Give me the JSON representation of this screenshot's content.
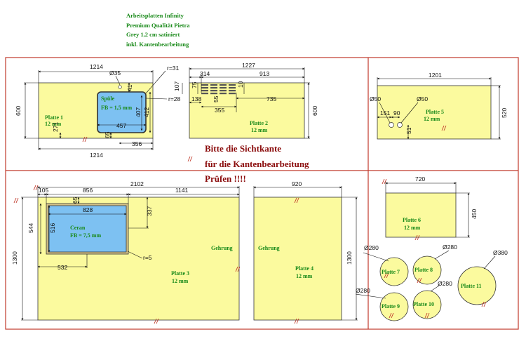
{
  "header": {
    "line1": "Arbeitsplatten Infinity",
    "line2": "Premium Qualität Pietra",
    "line3": "Grey 1,2 cm satiniert",
    "line4": "inkl. Kantenbearbeitung"
  },
  "warning": {
    "line1": "Bitte die Sichtkante",
    "line2": "für die Kantenbearbeitung",
    "line3": "Prüfen !!!!"
  },
  "plates": {
    "p1": {
      "name": "Platte 1",
      "thickness": "12 mm"
    },
    "p2": {
      "name": "Platte 2",
      "thickness": "12 mm"
    },
    "p3": {
      "name": "Platte 3",
      "thickness": "12 mm"
    },
    "p4": {
      "name": "Platte 4",
      "thickness": "12 mm"
    },
    "p5": {
      "name": "Platte 5",
      "thickness": "12 mm"
    },
    "p6": {
      "name": "Platte 6",
      "thickness": "12 mm"
    },
    "p7": {
      "name": "Platte 7"
    },
    "p8": {
      "name": "Platte 8"
    },
    "p9": {
      "name": "Platte 9"
    },
    "p10": {
      "name": "Platte 10"
    },
    "p11": {
      "name": "Platte 11"
    }
  },
  "cutouts": {
    "sink": {
      "name": "Spüle",
      "fb": "FB = 1,5 mm"
    },
    "ceran": {
      "name": "Ceran",
      "fb": "FB = 7,5 mm"
    }
  },
  "gehrung": "Gehrung",
  "marks": {
    "cut": "//"
  },
  "dims": {
    "p1_w_top": "1214",
    "p1_w_bot": "1214",
    "p1_h": "600",
    "p1_d35": "Ø35",
    "p1_r31": "r=31",
    "p1_r28": "r=28",
    "p1_41": "41",
    "p1_407": "407",
    "p1_412": "412",
    "p1_457": "457",
    "p1_65": "65",
    "p1_271": "271",
    "p1_356": "356",
    "p2_w": "1227",
    "p2_314": "314",
    "p2_913": "913",
    "p2_107": "107",
    "p2_75": "75",
    "p2_10": "10",
    "p2_735": "735",
    "p2_138": "138",
    "p2_55": "55",
    "p2_355": "355",
    "p2_h": "600",
    "p5_w": "1201",
    "p5_h": "520",
    "p5_d50a": "Ø50",
    "p5_d50b": "Ø50",
    "p5_151": "151",
    "p5_90": "90",
    "p5_51": "51",
    "p3_105": "105",
    "p3_856": "856",
    "p3_2102": "2102",
    "p3_1141": "1141",
    "p3_65": "65",
    "p3_828": "828",
    "p3_337": "337",
    "p3_544": "544",
    "p3_516": "516",
    "p3_r5": "r=5",
    "p3_532": "532",
    "p3_h": "1300",
    "p4_w": "920",
    "p4_h": "1300",
    "p6_w": "720",
    "p6_h": "450",
    "c_280a": "Ø280",
    "c_280b": "Ø280",
    "c_280c": "Ø280",
    "c_280d": "Ø280",
    "c_380": "Ø380"
  },
  "colors": {
    "plate_fill": "#fbfa9e",
    "cutout_fill": "#7dc1f2",
    "frame": "#c0392b",
    "label_green": "#1a8a1a",
    "warning_red": "#8b0d0d"
  }
}
